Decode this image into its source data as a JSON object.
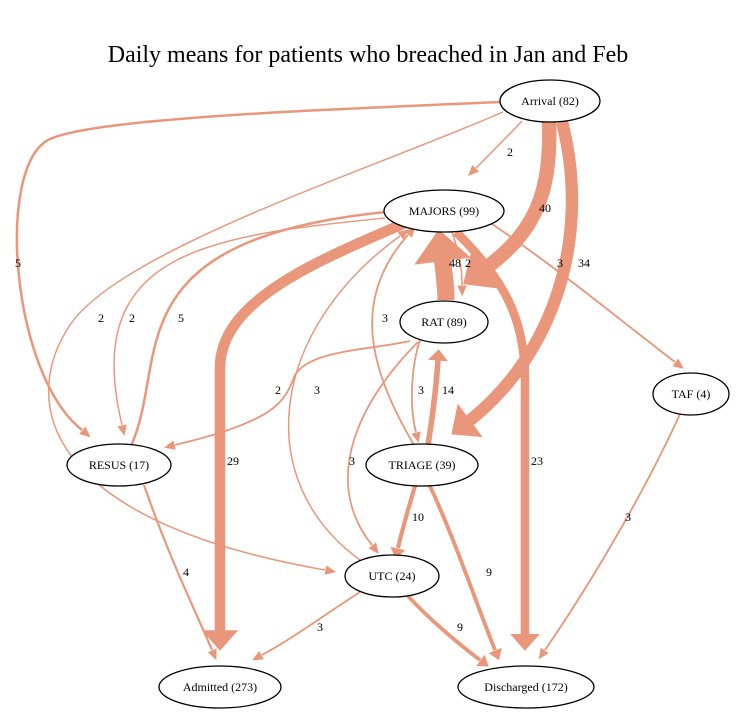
{
  "title": "Daily means for patients who breached in Jan and Feb",
  "edge_color": "#e9967a",
  "nodes": {
    "arrival": "Arrival (82)",
    "majors": "MAJORS (99)",
    "rat": "RAT (89)",
    "taf": "TAF (4)",
    "resus": "RESUS (17)",
    "triage": "TRIAGE (39)",
    "utc": "UTC (24)",
    "admitted": "Admitted (273)",
    "discharged": "Discharged (172)"
  },
  "edges": [
    {
      "from": "Arrival (82)",
      "to": "MAJORS (99)",
      "value": "2"
    },
    {
      "from": "Arrival (82)",
      "to": "RAT (89)",
      "value": "40"
    },
    {
      "from": "Arrival (82)",
      "to": "TRIAGE (39)",
      "value": "34"
    },
    {
      "from": "Arrival (82)",
      "to": "RESUS (17)",
      "value": "5"
    },
    {
      "from": "Arrival (82)",
      "to": "UTC (24)",
      "value": "2"
    },
    {
      "from": "MAJORS (99)",
      "to": "RESUS (17)",
      "value": "2"
    },
    {
      "from": "RESUS (17)",
      "to": "MAJORS (99)",
      "value": "5"
    },
    {
      "from": "MAJORS (99)",
      "to": "Admitted (273)",
      "value": "29"
    },
    {
      "from": "RAT (89)",
      "to": "MAJORS (99)",
      "value": "48"
    },
    {
      "from": "MAJORS (99)",
      "to": "RAT (89)",
      "value": "2"
    },
    {
      "from": "MAJORS (99)",
      "to": "TAF (4)",
      "value": "3"
    },
    {
      "from": "MAJORS (99)",
      "to": "Discharged (172)",
      "value": "23"
    },
    {
      "from": "TRIAGE (39)",
      "to": "MAJORS (99)",
      "value": "3"
    },
    {
      "from": "UTC (24)",
      "to": "MAJORS (99)",
      "value": "2"
    },
    {
      "from": "RAT (89)",
      "to": "RESUS (17)",
      "value": "3"
    },
    {
      "from": "RAT (89)",
      "to": "TRIAGE (39)",
      "value": "3"
    },
    {
      "from": "TRIAGE (39)",
      "to": "RAT (89)",
      "value": "14"
    },
    {
      "from": "RAT (89)",
      "to": "UTC (24)",
      "value": "3"
    },
    {
      "from": "TRIAGE (39)",
      "to": "UTC (24)",
      "value": "10"
    },
    {
      "from": "TRIAGE (39)",
      "to": "Discharged (172)",
      "value": "9"
    },
    {
      "from": "RESUS (17)",
      "to": "Admitted (273)",
      "value": "4"
    },
    {
      "from": "UTC (24)",
      "to": "Admitted (273)",
      "value": "3"
    },
    {
      "from": "UTC (24)",
      "to": "Discharged (172)",
      "value": "9"
    },
    {
      "from": "TAF (4)",
      "to": "Discharged (172)",
      "value": "3"
    }
  ]
}
